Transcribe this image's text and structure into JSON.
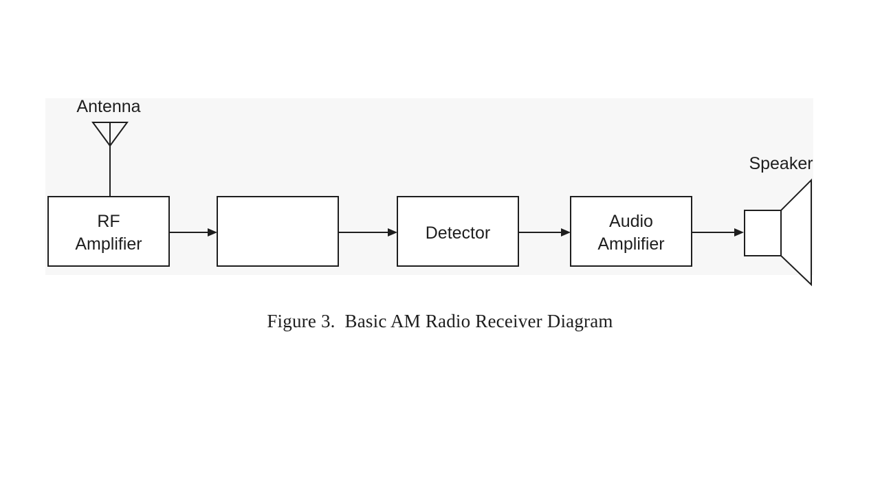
{
  "diagram": {
    "antenna_label": "Antenna",
    "speaker_label": "Speaker",
    "blocks": [
      {
        "id": "rf-amplifier",
        "lines": [
          "RF",
          "Amplifier"
        ]
      },
      {
        "id": "blank-stage",
        "lines": []
      },
      {
        "id": "detector",
        "lines": [
          "Detector"
        ]
      },
      {
        "id": "audio-amplifier",
        "lines": [
          "Audio",
          "Amplifier"
        ]
      }
    ],
    "line_color": "#1e1e1e",
    "panel_color": "#f7f7f7"
  },
  "caption": "Figure 3.  Basic AM Radio Receiver Diagram"
}
